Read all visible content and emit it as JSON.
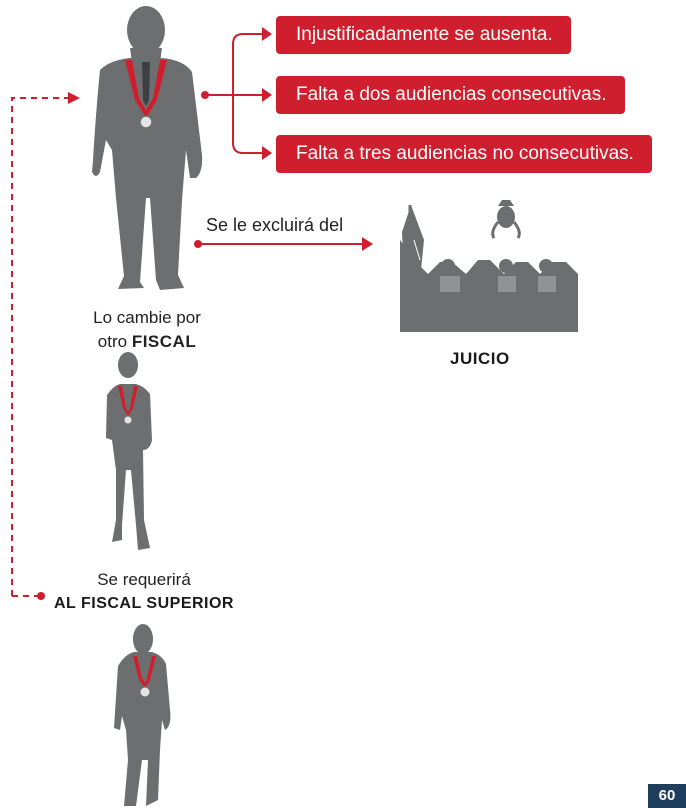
{
  "reasons": [
    {
      "label": "Injustificadamente se ausenta."
    },
    {
      "label": "Falta a dos audiencias consecutivas."
    },
    {
      "label": "Falta a tres audiencias no consecutivas."
    }
  ],
  "exclusion": {
    "label": "Se le excluirá del"
  },
  "trial": {
    "label": "JUICIO"
  },
  "replace": {
    "line1": "Lo cambie por",
    "line2_prefix": "otro ",
    "line2_bold": "FISCAL"
  },
  "superior": {
    "line1": "Se requerirá",
    "line2": "AL FISCAL SUPERIOR"
  },
  "page": {
    "number": "60"
  },
  "colors": {
    "accent": "#cf1f2e",
    "figure": "#6d6e70",
    "page_badge": "#1f3d5c"
  }
}
